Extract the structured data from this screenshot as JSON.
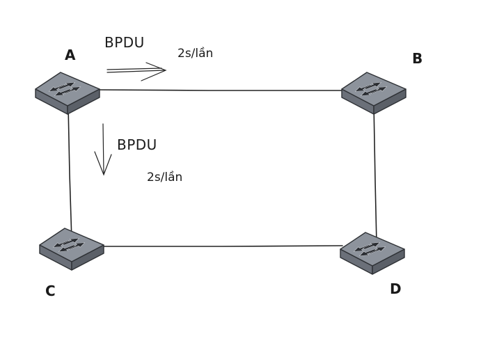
{
  "nodes": [
    {
      "id": "A",
      "label": "A"
    },
    {
      "id": "B",
      "label": "B"
    },
    {
      "id": "C",
      "label": "C"
    },
    {
      "id": "D",
      "label": "D"
    }
  ],
  "links": [
    {
      "from": "A",
      "to": "B"
    },
    {
      "from": "A",
      "to": "C"
    },
    {
      "from": "B",
      "to": "D"
    },
    {
      "from": "C",
      "to": "D"
    }
  ],
  "annotations": {
    "horizontal": {
      "bpdu": "BPDU",
      "rate": "2s/lần"
    },
    "vertical": {
      "bpdu": "BPDU",
      "rate": "2s/lần"
    }
  },
  "colors": {
    "switch_top": "#8d939c",
    "switch_side": "#6b7079",
    "line": "#222222"
  },
  "icon": "network-switch-icon"
}
